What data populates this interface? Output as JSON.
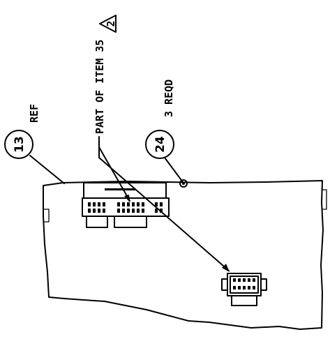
{
  "callouts": {
    "balloon_13": "13",
    "ref_note": "REF",
    "part_of_item": "PART OF ITEM 35",
    "revision_mark": "2",
    "balloon_24": "24",
    "qty_note": "3 REQD"
  }
}
